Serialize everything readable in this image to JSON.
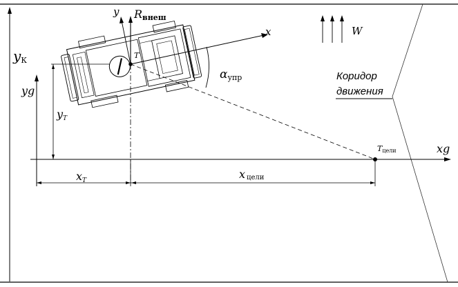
{
  "labels": {
    "y_k": "y",
    "y_k_sub": "К",
    "y_g": "yg",
    "y_t": "y",
    "y_t_sub": "T",
    "x_t": "x",
    "x_t_sub": "T",
    "x_target": "x",
    "x_target_sub": "цели",
    "x_g": "xg",
    "x_axis": "x",
    "y_axis": "y",
    "r_ext": "R",
    "r_ext_sub": "внеш",
    "point_t": "T",
    "target_point": "T",
    "target_point_sub": "цели",
    "alpha": "α",
    "alpha_sub": "упр",
    "wind": "W",
    "corridor_line1": "Коридор",
    "corridor_line2": "движения"
  }
}
